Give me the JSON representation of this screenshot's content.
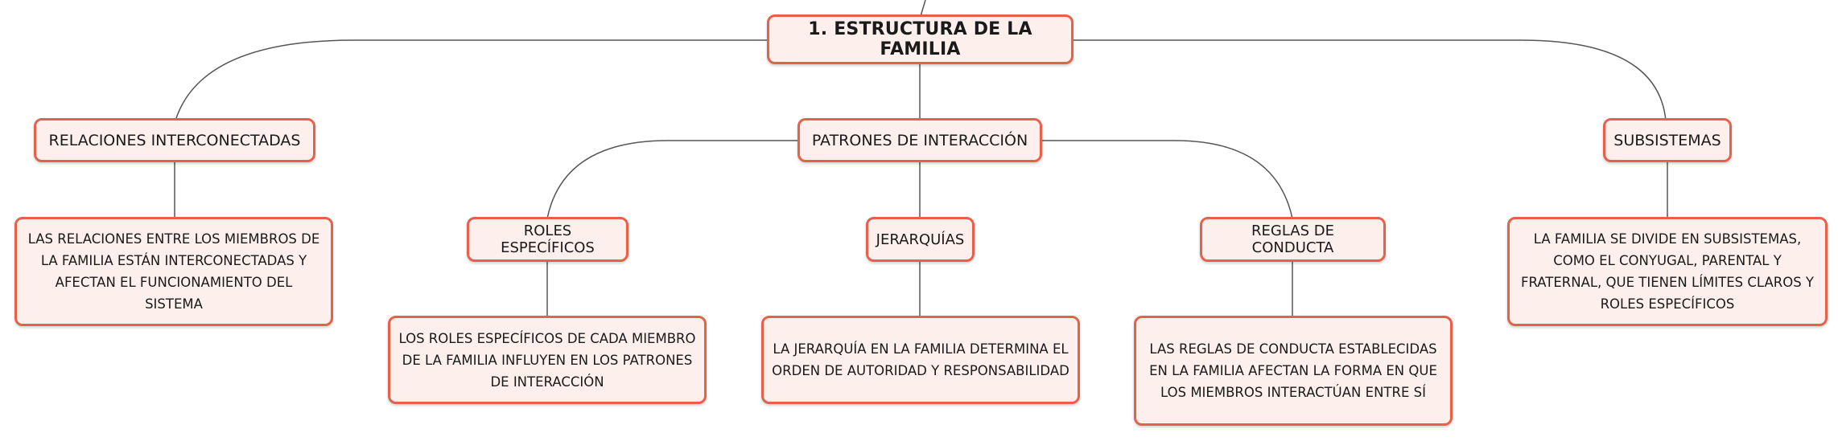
{
  "diagram": {
    "root": "1. ESTRUCTURA DE LA FAMILIA",
    "branches": [
      {
        "label": "RELACIONES INTERCONECTADAS",
        "detail": "LAS RELACIONES ENTRE LOS MIEMBROS DE LA FAMILIA ESTÁN INTERCONECTADAS Y AFECTAN EL FUNCIONAMIENTO DEL SISTEMA"
      },
      {
        "label": "PATRONES DE INTERACCIÓN",
        "children": [
          {
            "label": "ROLES ESPECÍFICOS",
            "detail": "LOS ROLES ESPECÍFICOS DE CADA MIEMBRO DE LA FAMILIA INFLUYEN EN LOS PATRONES DE INTERACCIÓN"
          },
          {
            "label": "JERARQUÍAS",
            "detail": "LA JERARQUÍA EN LA FAMILIA DETERMINA EL ORDEN DE AUTORIDAD Y RESPONSABILIDAD"
          },
          {
            "label": "REGLAS DE CONDUCTA",
            "detail": "LAS REGLAS DE CONDUCTA ESTABLECIDAS EN LA FAMILIA AFECTAN LA FORMA EN QUE LOS MIEMBROS INTERACTÚAN ENTRE SÍ"
          }
        ]
      },
      {
        "label": "SUBSISTEMAS",
        "detail": "LA FAMILIA SE DIVIDE EN SUBSISTEMAS, COMO EL CONYUGAL, PARENTAL Y FRATERNAL, QUE TIENEN LÍMITES CLAROS Y ROLES ESPECÍFICOS"
      }
    ]
  },
  "colors": {
    "node_border": "#e8604a",
    "node_fill": "#fdf0ec",
    "connector": "#555555"
  }
}
